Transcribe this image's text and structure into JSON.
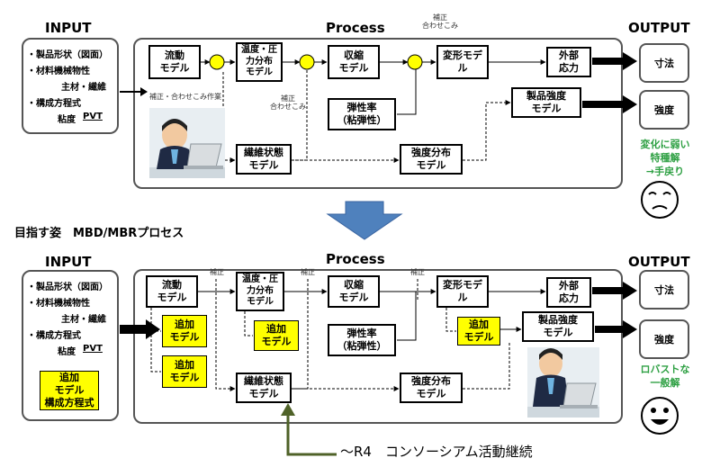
{
  "top": {
    "input_title": "INPUT",
    "process_title": "Process",
    "output_title": "OUTPUT",
    "inputs": [
      "・製品形状（図面）",
      "・材料機械物性",
      "主材・繊維",
      "・構成方程式",
      "粘度",
      "PVT"
    ],
    "models": {
      "flow": "流動\nモデル",
      "temp": "温度・圧\n力分布\nモデル",
      "shrink": "収縮\nモデル",
      "deform": "変形モデ\nル",
      "external": "外部\n応力",
      "elastic": "弾性率\n（粘弾性）",
      "product_strength": "製品強度\nモデル",
      "fiber": "繊維状態\nモデル",
      "strength_dist": "強度分布\nモデル"
    },
    "notes": {
      "correction_adjust_work": "補正・合わせこみ作業",
      "correction_adjust_1": "補正\n合わせこみ",
      "correction_adjust_2": "補正\n合わせこみ"
    },
    "outputs": [
      "寸法",
      "強度"
    ],
    "verdict": "変化に弱い\n特種解\n→手戻り",
    "face_icon": "sad-face-icon"
  },
  "middle": {
    "goal_label": "目指す姿　MBD/MBRプロセス"
  },
  "bottom": {
    "input_title": "INPUT",
    "process_title": "Process",
    "output_title": "OUTPUT",
    "inputs": [
      "・製品形状（図面）",
      "・材料機械物性",
      "主材・繊維",
      "・構成方程式",
      "粘度",
      "PVT"
    ],
    "added_input": "追加\nモデル\n構成方程式",
    "models": {
      "flow": "流動\nモデル",
      "temp": "温度・圧\n力分布\nモデル",
      "shrink": "収縮\nモデル",
      "deform": "変形モデ\nル",
      "external": "外部\n応力",
      "elastic": "弾性率\n（粘弾性）",
      "product_strength": "製品強度\nモデル",
      "fiber": "繊維状態\nモデル",
      "strength_dist": "強度分布\nモデル",
      "added_1": "追加\nモデル",
      "added_2": "追加\nモデル",
      "added_3": "追加\nモデル",
      "added_4": "追加\nモデル"
    },
    "corrections": [
      "補正",
      "補正",
      "補正"
    ],
    "outputs": [
      "寸法",
      "強度"
    ],
    "verdict": "ロバストな\n一般解",
    "face_icon": "happy-face-icon"
  },
  "footer": {
    "consortium_label": "～R4　コンソーシアム活動継続"
  },
  "colors": {
    "node_yellow": "#ffff00",
    "highlight_green": "#2ea043",
    "big_arrow_blue": "#4f81bd",
    "callout_olive": "#4f6228"
  }
}
